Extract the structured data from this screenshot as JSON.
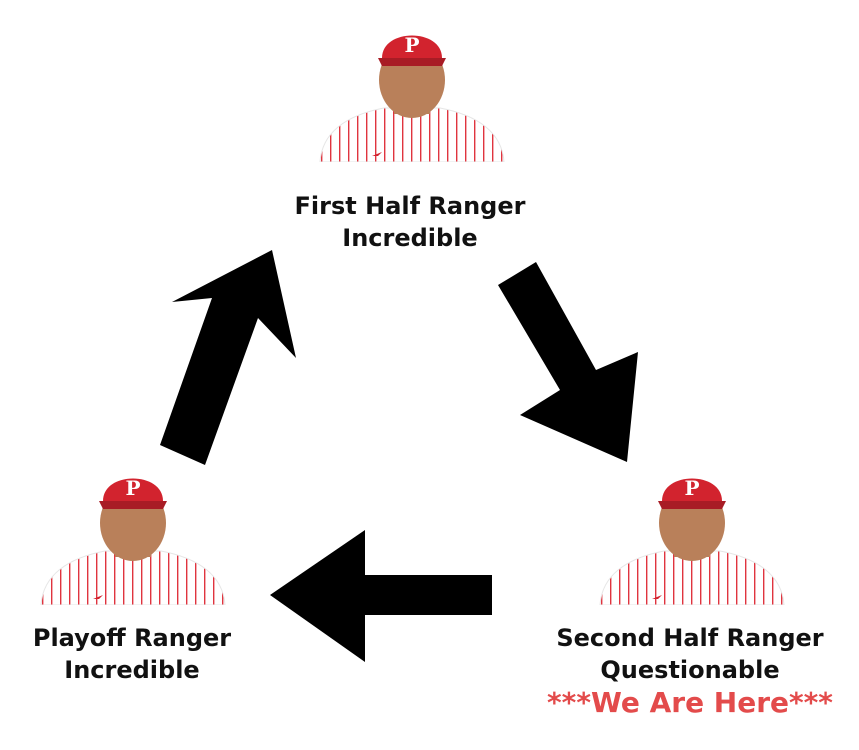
{
  "colors": {
    "cap": "#d2232e",
    "logo": "#ffffff",
    "skin": "#b9805a",
    "jersey": "#ffffff",
    "pinstripe": "#e0343f",
    "arrow": "#000000",
    "highlight": "#e34b4b"
  },
  "nodes": [
    {
      "name": "First Half Ranger",
      "status": "Incredible",
      "logo_letter": "P"
    },
    {
      "name": "Second Half Ranger",
      "status": "Questionable",
      "note": "***We Are Here***",
      "logo_letter": "P"
    },
    {
      "name": "Playoff Ranger",
      "status": "Incredible",
      "logo_letter": "P"
    }
  ]
}
